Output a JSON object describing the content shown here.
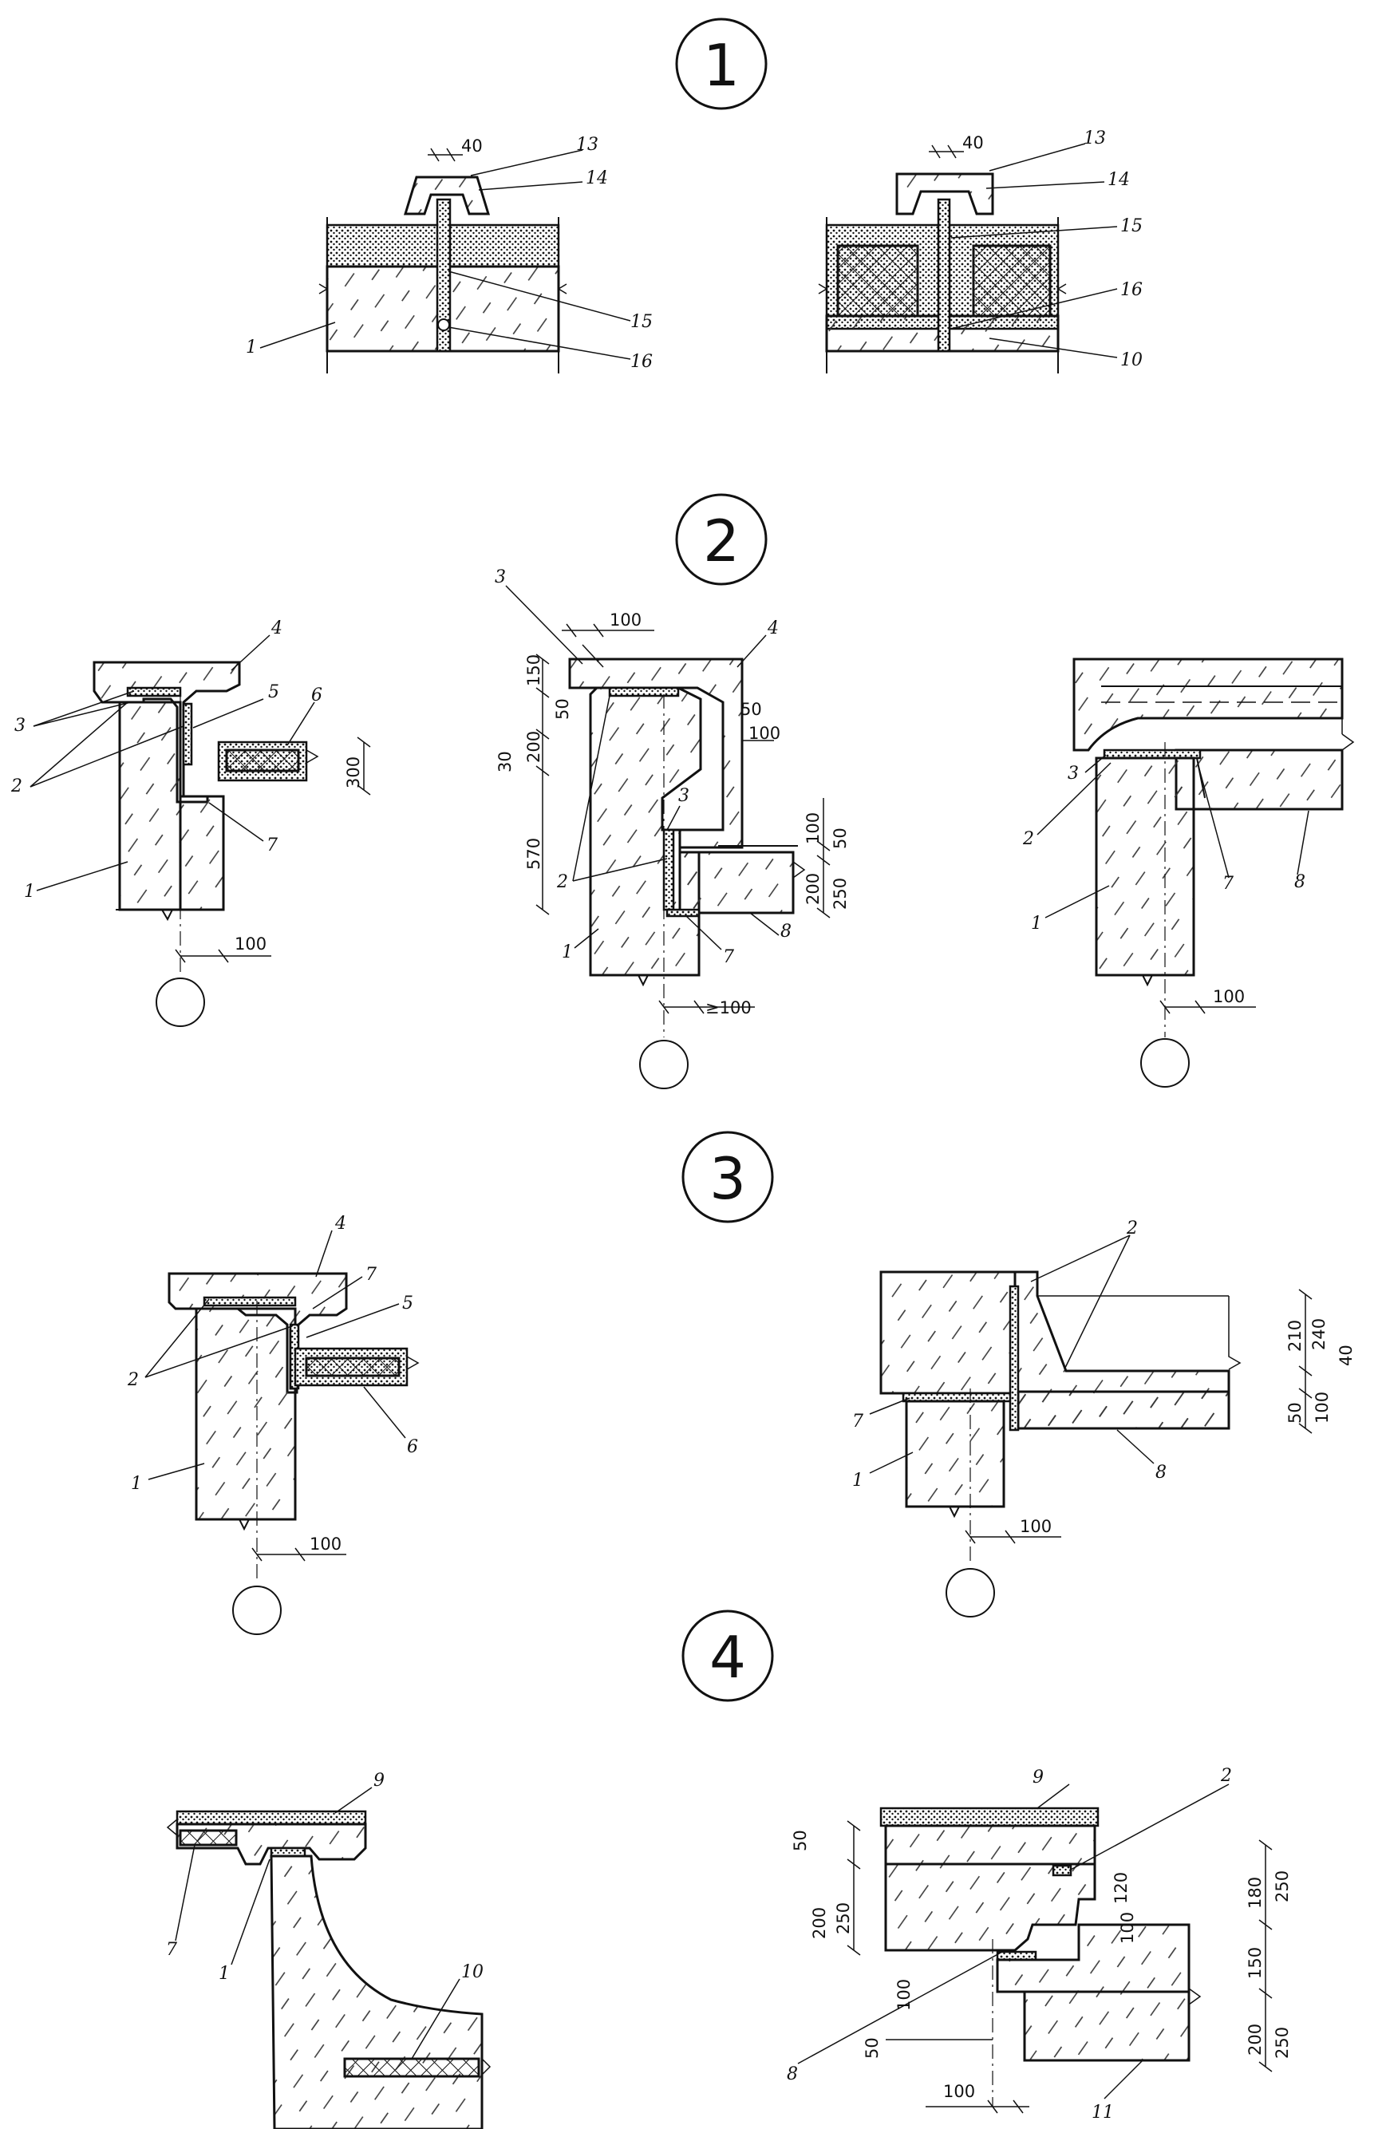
{
  "sections": [
    {
      "number": "1"
    },
    {
      "number": "2"
    },
    {
      "number": "3"
    },
    {
      "number": "4"
    }
  ],
  "s1_left": {
    "dim_top": "40",
    "l13": "13",
    "l14": "14",
    "l15": "15",
    "l16": "16",
    "l1": "1"
  },
  "s1_right": {
    "dim_top": "40",
    "l13": "13",
    "l14": "14",
    "l15": "15",
    "l16": "16",
    "l10": "10"
  },
  "s2_left": {
    "l4": "4",
    "l5": "5",
    "l6": "6",
    "l3": "3",
    "l2": "2",
    "l1": "1",
    "l7": "7",
    "d300": "300",
    "d100": "100"
  },
  "s2_mid": {
    "l3a": "3",
    "l4": "4",
    "l3b": "3",
    "l2": "2",
    "l1": "1",
    "l7": "7",
    "l8": "8",
    "d100top": "100",
    "d150": "150",
    "d50a": "50",
    "d200": "200",
    "d30": "30",
    "d570": "570",
    "d50b": "50",
    "d100r": "100",
    "d100s": "100",
    "d50s": "50",
    "d200s": "200",
    "d250s": "250",
    "dge100": "≥100"
  },
  "s2_right": {
    "l3": "3",
    "l2": "2",
    "l1": "1",
    "l7": "7",
    "l8": "8",
    "d100": "100"
  },
  "s3_left": {
    "l4": "4",
    "l7": "7",
    "l5": "5",
    "l2": "2",
    "l1": "1",
    "l6": "6",
    "d100": "100"
  },
  "s3_right": {
    "l2": "2",
    "l7": "7",
    "l1": "1",
    "l8": "8",
    "d210": "210",
    "d240": "240",
    "d40": "40",
    "d50": "50",
    "d100v": "100",
    "d100": "100"
  },
  "s4_left": {
    "l9": "9",
    "l7": "7",
    "l1": "1",
    "l10": "10"
  },
  "s4_right": {
    "l9": "9",
    "l2": "2",
    "l8": "8",
    "l11": "11",
    "d50": "50",
    "d200": "200",
    "d250": "250",
    "d120": "120",
    "d100v": "100",
    "d180": "180",
    "d250b": "250",
    "d150": "150",
    "d100l": "100",
    "d50l": "50",
    "d200b": "200",
    "d250c": "250",
    "d100": "100"
  }
}
